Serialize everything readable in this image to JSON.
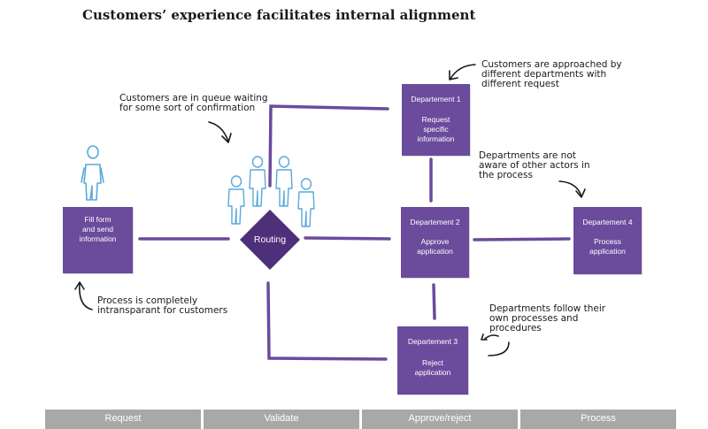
{
  "title": "Customers’ experience facilitates internal alignment",
  "boxes": {
    "fill_form": {
      "body": "Fill form\nand send\ninformation"
    },
    "dept1": {
      "head": "Departement 1",
      "body": "Request\nspecific\ninformation"
    },
    "dept2": {
      "head": "Departement 2",
      "body": "Approve\napplication"
    },
    "dept3": {
      "head": "Departement 3",
      "body": "Reject\napplication"
    },
    "dept4": {
      "head": "Departement 4",
      "body": "Process\napplication"
    }
  },
  "routing": "Routing",
  "notes": {
    "queue": "Customers are in queue waiting\nfor some sort of confirmation",
    "approached": "Customers are approached by\ndifferent departments with\ndifferent request",
    "not_aware": "Departments are not\naware of other actors in\nthe process",
    "intransparent": "Process is completely\nintransparant for customers",
    "own_process": "Departments follow their\nown processes and\nprocedures"
  },
  "stages": [
    "Request",
    "Validate",
    "Approve/reject",
    "Process"
  ],
  "colors": {
    "box": "#6a4b9c",
    "line": "#6a4b9c",
    "figure": "#5aa8dc",
    "stage": "#a8a8a8"
  }
}
